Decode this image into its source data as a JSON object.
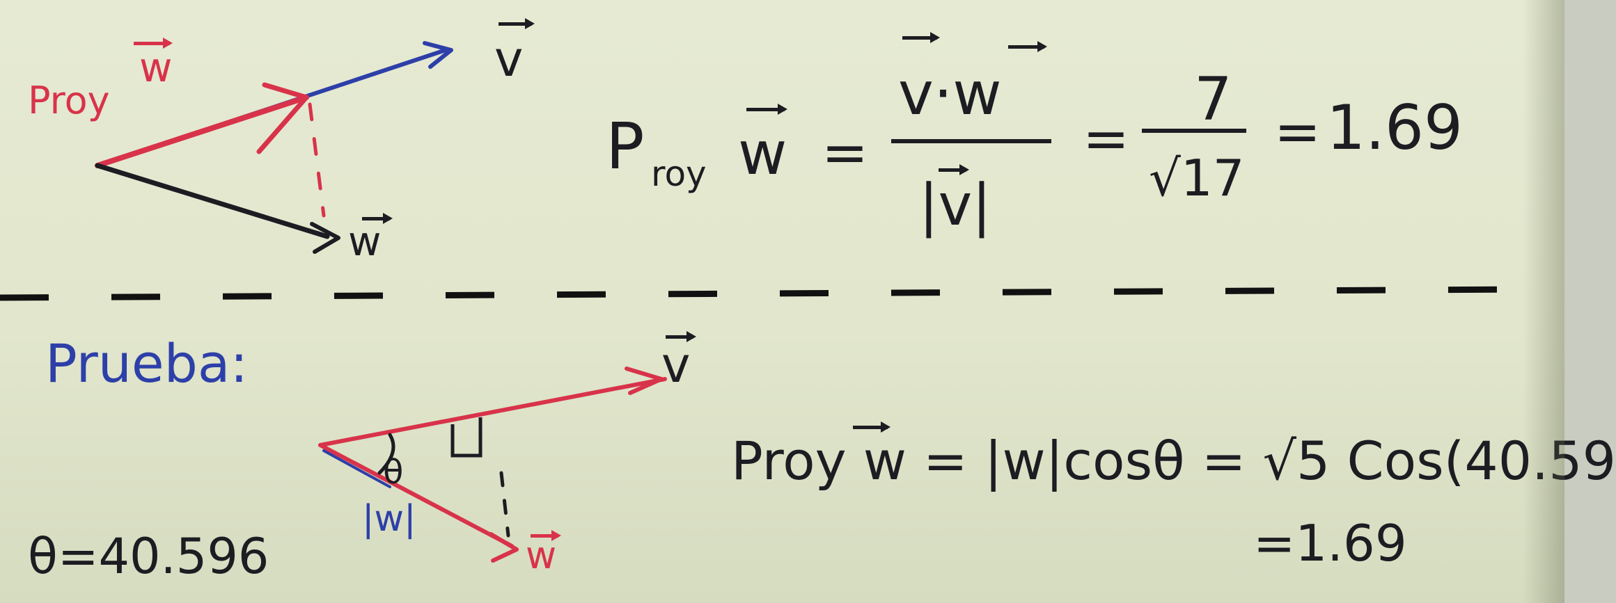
{
  "top": {
    "diagram": {
      "label_proj": "Proy",
      "label_w_proj": "w",
      "label_v": "v",
      "label_w": "w"
    },
    "formula": {
      "lhs_main": "P",
      "lhs_sub": "roy",
      "lhs_vec": "w",
      "eq1": "=",
      "numerator": "v·w",
      "denominator": "|v|",
      "eq2": "=",
      "frac2_num": "7",
      "frac2_den": "√17",
      "eq3": "=",
      "result": "1.69"
    }
  },
  "bottom": {
    "heading": "Prueba:",
    "diagram": {
      "label_v": "v",
      "label_w": "w",
      "label_theta": "θ",
      "label_abs_w": "|w|"
    },
    "theta_value": "θ=40.596",
    "formula": {
      "line1": "Proy w = |w|cosθ = √5 Cos(40.59",
      "line2": "=1.69"
    }
  },
  "colors": {
    "ink_black": "#1c1c22",
    "ink_blue": "#2d3fa8",
    "ink_red": "#d8334a",
    "paper": "#e3e7cf"
  }
}
